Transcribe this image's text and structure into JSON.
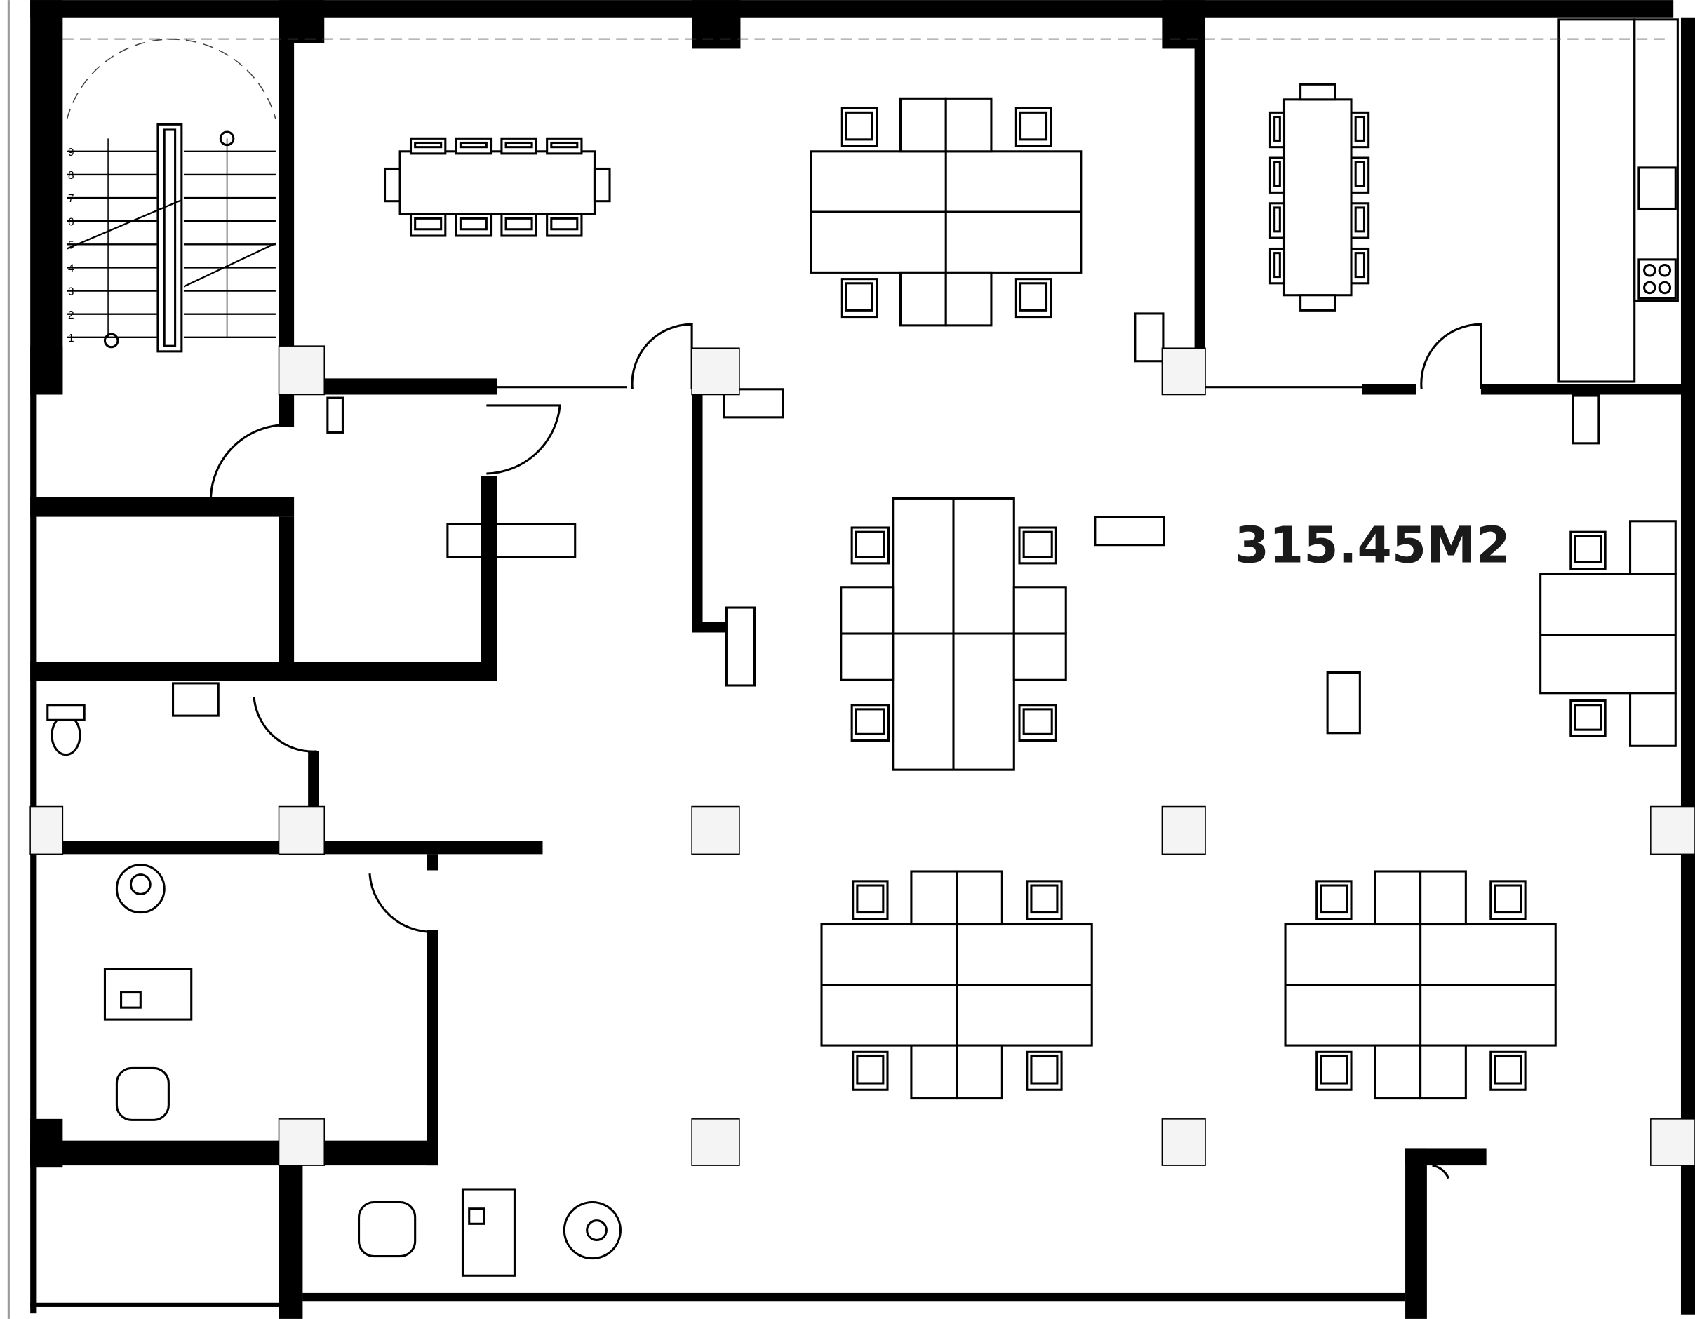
{
  "plan": {
    "area_label": "315.45M2",
    "stair_numbers": [
      "1",
      "2",
      "3",
      "4",
      "5",
      "6",
      "7",
      "8",
      "9"
    ]
  },
  "colors": {
    "wall": "#000000",
    "background": "#ffffff",
    "column_fill": "#f4f4f4"
  }
}
